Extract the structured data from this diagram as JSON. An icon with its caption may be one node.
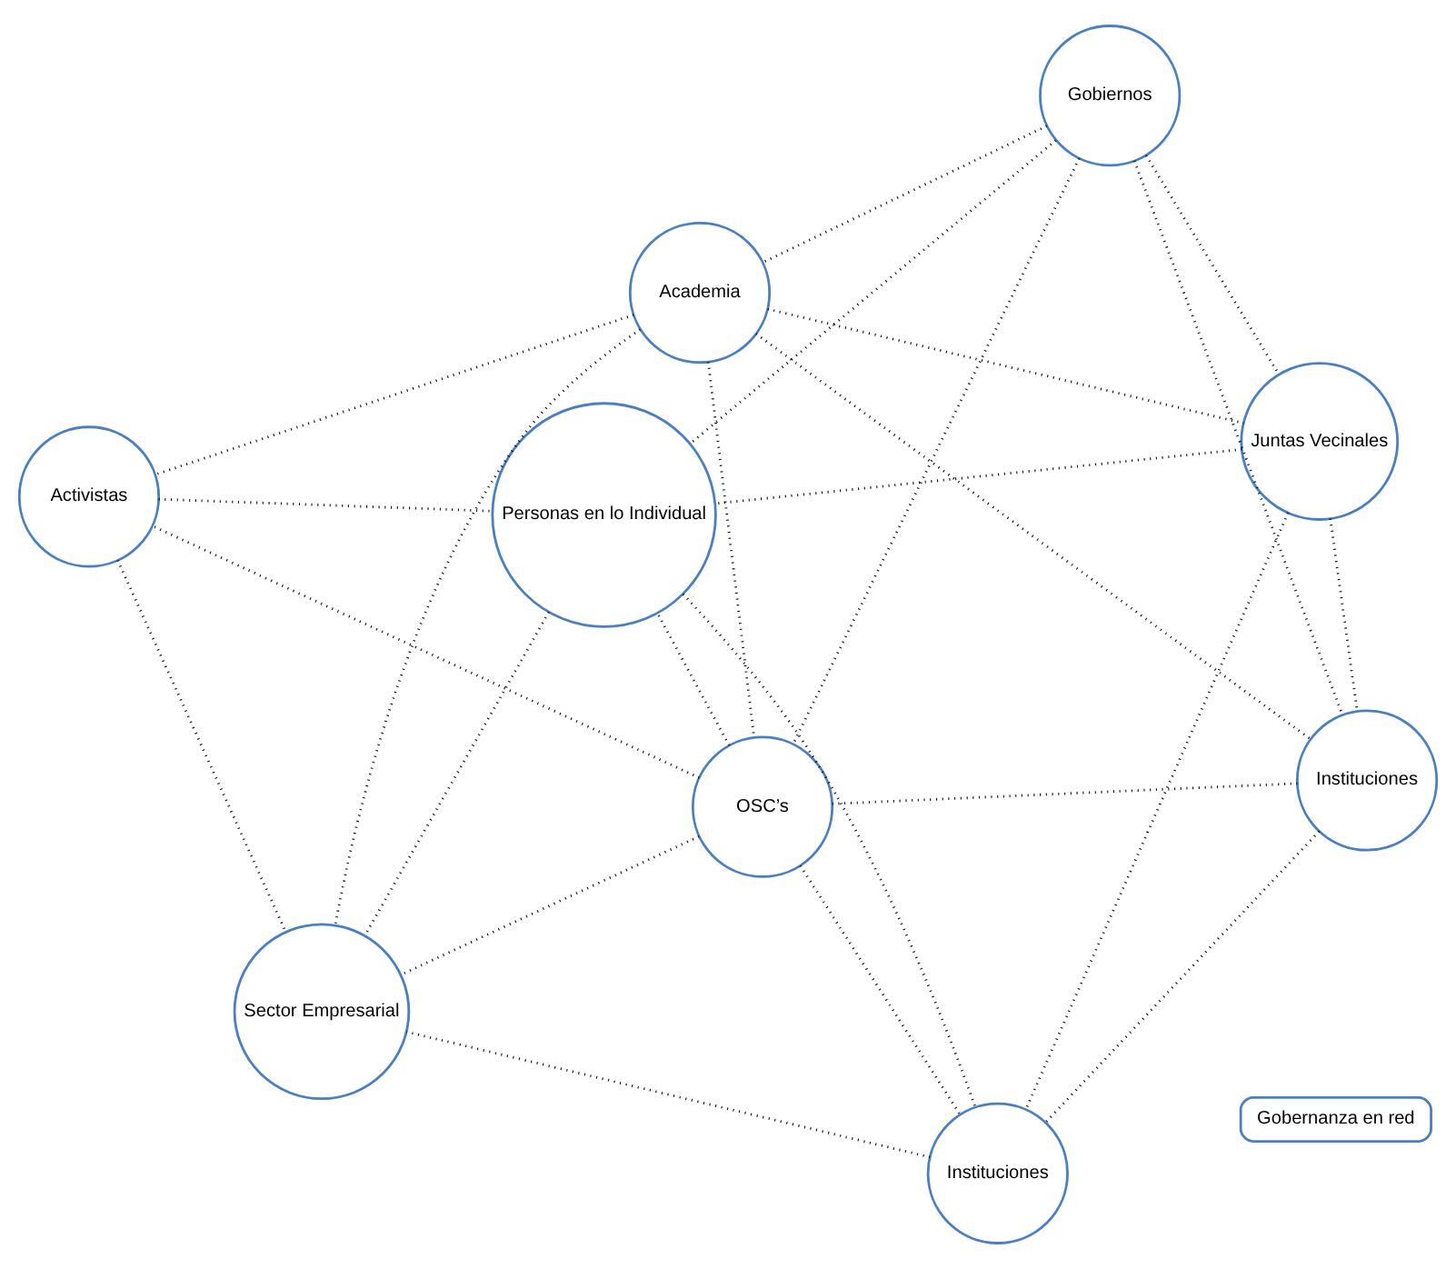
{
  "diagram": {
    "nodes": [
      {
        "text": [
          "Gobernanza en red"
        ]
      },
      {
        "text": [
          "Gobiernos"
        ]
      },
      {
        "text": [
          "Academia"
        ]
      },
      {
        "text": [
          "OSC’s"
        ]
      },
      {
        "text": [
          "Juntas Vecinales"
        ]
      },
      {
        "text": [
          "Activistas"
        ]
      },
      {
        "text": [
          "Personas en lo Individual"
        ]
      },
      {
        "text": [
          "Sector Empresarial"
        ]
      },
      {
        "text": [
          "Instituciones"
        ]
      },
      {
        "text": [
          "Instituciones"
        ]
      }
    ],
    "edges": [
      {
        "from": 1,
        "to": 3,
        "arrow": "none"
      },
      {
        "from": 1,
        "to": 2,
        "arrow": "none"
      },
      {
        "from": 1,
        "to": 4,
        "arrow": "none"
      },
      {
        "from": 1,
        "to": 6,
        "arrow": "none"
      },
      {
        "from": 1,
        "to": 8,
        "arrow": "none"
      },
      {
        "from": 2,
        "to": 3,
        "arrow": "none"
      },
      {
        "from": 2,
        "to": 4,
        "arrow": "none"
      },
      {
        "from": 2,
        "to": 8,
        "arrow": "none"
      },
      {
        "from": 2,
        "to": 5,
        "arrow": "none"
      },
      {
        "from": 2,
        "to": 7,
        "arrow": "none"
      },
      {
        "from": 3,
        "to": 5,
        "arrow": "none"
      },
      {
        "from": 3,
        "to": 8,
        "arrow": "none"
      },
      {
        "from": 3,
        "to": 6,
        "arrow": "none"
      },
      {
        "from": 3,
        "to": 9,
        "arrow": "none"
      },
      {
        "from": 3,
        "to": 7,
        "arrow": "none"
      },
      {
        "from": 4,
        "to": 6,
        "arrow": "none"
      },
      {
        "from": 4,
        "to": 9,
        "arrow": "none"
      },
      {
        "from": 4,
        "to": 8,
        "arrow": "none"
      },
      {
        "from": 5,
        "to": 6,
        "arrow": "none"
      },
      {
        "from": 5,
        "to": 7,
        "arrow": "none"
      },
      {
        "from": 6,
        "to": 9,
        "arrow": "none"
      },
      {
        "from": 6,
        "to": 7,
        "arrow": "none"
      },
      {
        "from": 8,
        "to": 9,
        "arrow": "none"
      },
      {
        "from": 9,
        "to": 7,
        "arrow": "none"
      }
    ]
  }
}
